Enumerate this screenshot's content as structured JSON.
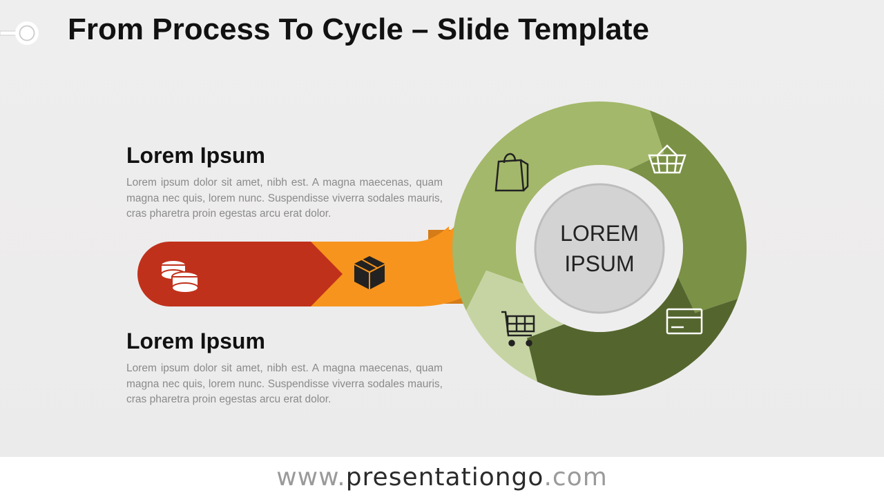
{
  "slide": {
    "title": "From Process To Cycle – Slide Template"
  },
  "blocks": [
    {
      "heading": "Lorem Ipsum",
      "body": "Lorem ipsum dolor sit amet, nibh est. A magna maecenas, quam magna nec quis, lorem nunc. Suspendisse viverra sodales mauris, cras pharetra proin egestas arcu erat dolor."
    },
    {
      "heading": "Lorem Ipsum",
      "body": "Lorem ipsum dolor sit amet, nibh est. A magna maecenas, quam magna nec quis, lorem nunc. Suspendisse viverra sodales mauris, cras pharetra proin egestas arcu erat dolor."
    }
  ],
  "center": {
    "line1": "LOREM",
    "line2": "IPSUM"
  },
  "icons": [
    "coins-icon",
    "box-icon",
    "shopping-bag-icon",
    "basket-icon",
    "credit-card-icon",
    "shopping-cart-icon"
  ],
  "colors": {
    "red": "#c0311b",
    "orange": "#f7941d",
    "green_1": "#a3b86a",
    "green_2": "#7b9146",
    "green_3": "#54662e",
    "green_4": "#c6d4a4",
    "center": "#d3d3d3"
  },
  "footer": {
    "prefix": "www.",
    "domain": "presentationgo",
    "suffix": ".com"
  }
}
